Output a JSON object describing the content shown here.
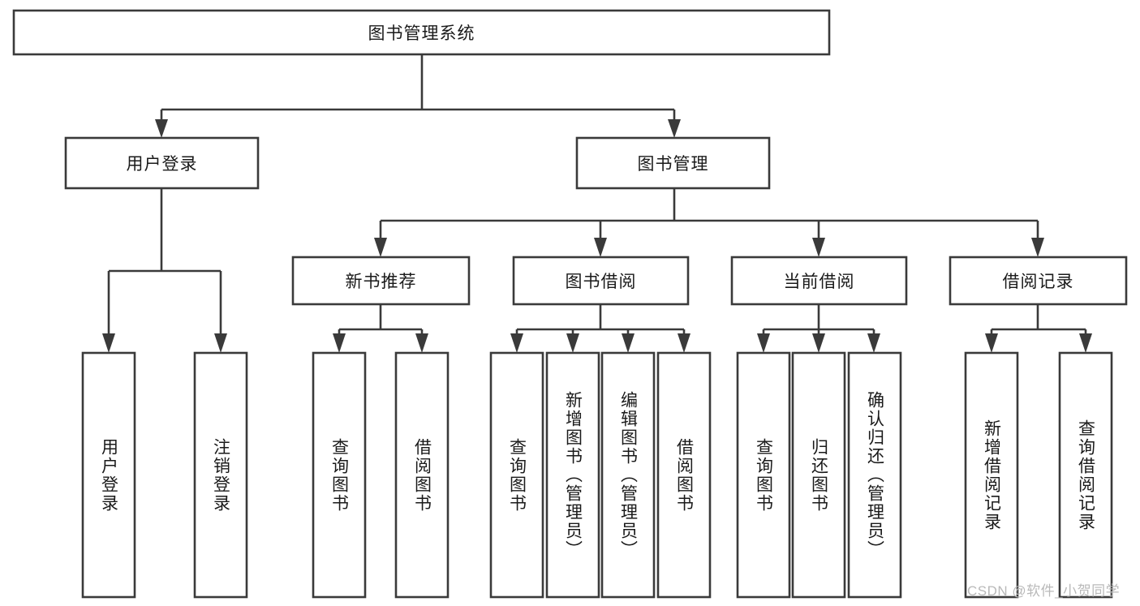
{
  "diagram": {
    "type": "tree-hierarchy",
    "title": "图书管理系统",
    "watermark": "CSDN @软件_小贺同学",
    "colors": {
      "background": "#ffffff",
      "stroke": "#3a3a3a",
      "text": "#1a1a1a",
      "watermark": "#b9b9b9"
    },
    "levels": {
      "root": {
        "label": "图书管理系统"
      },
      "level2": [
        {
          "label": "用户登录"
        },
        {
          "label": "图书管理"
        }
      ],
      "level3": [
        {
          "label": "新书推荐"
        },
        {
          "label": "图书借阅"
        },
        {
          "label": "当前借阅"
        },
        {
          "label": "借阅记录"
        }
      ],
      "leaves": {
        "user_login": [
          {
            "label": "用户登录"
          },
          {
            "label": "注销登录"
          }
        ],
        "new_book_recommend": [
          {
            "label": "查询图书"
          },
          {
            "label": "借阅图书"
          }
        ],
        "book_borrow": [
          {
            "label": "查询图书"
          },
          {
            "label": "新增图书（管理员）"
          },
          {
            "label": "编辑图书（管理员）"
          },
          {
            "label": "借阅图书"
          }
        ],
        "current_borrow": [
          {
            "label": "查询图书"
          },
          {
            "label": "归还图书"
          },
          {
            "label": "确认归还（管理员）"
          }
        ],
        "borrow_record": [
          {
            "label": "新增借阅记录"
          },
          {
            "label": "查询借阅记录"
          }
        ]
      }
    }
  }
}
